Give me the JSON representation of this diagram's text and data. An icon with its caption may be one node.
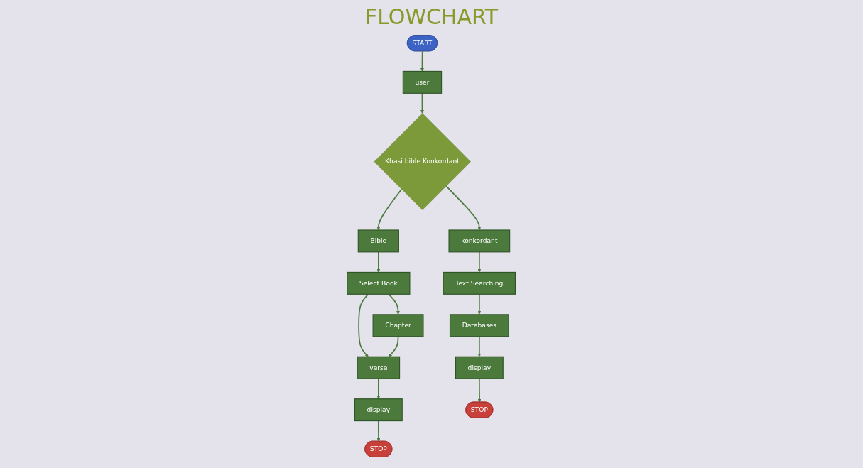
{
  "diagram": {
    "title": "FLOWCHART",
    "nodes": [
      {
        "text": [
          "START"
        ]
      },
      {
        "text": [
          "user"
        ]
      },
      {
        "text": [
          "Khasi bible Konkordant"
        ]
      },
      {
        "text": [
          "konkordant"
        ]
      },
      {
        "text": [
          "Text Searching"
        ]
      },
      {
        "text": [
          "Bible"
        ]
      },
      {
        "text": [
          "Select Book"
        ]
      },
      {
        "text": [
          "Chapter"
        ]
      },
      {
        "text": [
          "verse"
        ]
      },
      {
        "text": [
          "display"
        ]
      },
      {
        "text": [
          "STOP"
        ]
      },
      {
        "text": [
          "Databases"
        ]
      },
      {
        "text": [
          "display"
        ]
      },
      {
        "text": [
          "STOP"
        ]
      }
    ],
    "edges": [
      {
        "from": 0,
        "to": 1,
        "arrow": "to"
      },
      {
        "from": 1,
        "to": 2,
        "arrow": "to"
      },
      {
        "from": 2,
        "to": 3,
        "arrow": "to"
      },
      {
        "from": 3,
        "to": 4,
        "arrow": "to"
      },
      {
        "from": 2,
        "to": 5,
        "arrow": "to"
      },
      {
        "from": 5,
        "to": 6,
        "arrow": "to"
      },
      {
        "from": 6,
        "to": 7,
        "arrow": "to"
      },
      {
        "from": 6,
        "to": 8,
        "arrow": "to"
      },
      {
        "from": 7,
        "to": 8,
        "arrow": "to"
      },
      {
        "from": 8,
        "to": 9,
        "arrow": "to"
      },
      {
        "from": 9,
        "to": 10,
        "arrow": "to"
      },
      {
        "from": 4,
        "to": 11,
        "arrow": "to"
      },
      {
        "from": 11,
        "to": 12,
        "arrow": "to"
      },
      {
        "from": 12,
        "to": 13,
        "arrow": "to"
      }
    ]
  }
}
